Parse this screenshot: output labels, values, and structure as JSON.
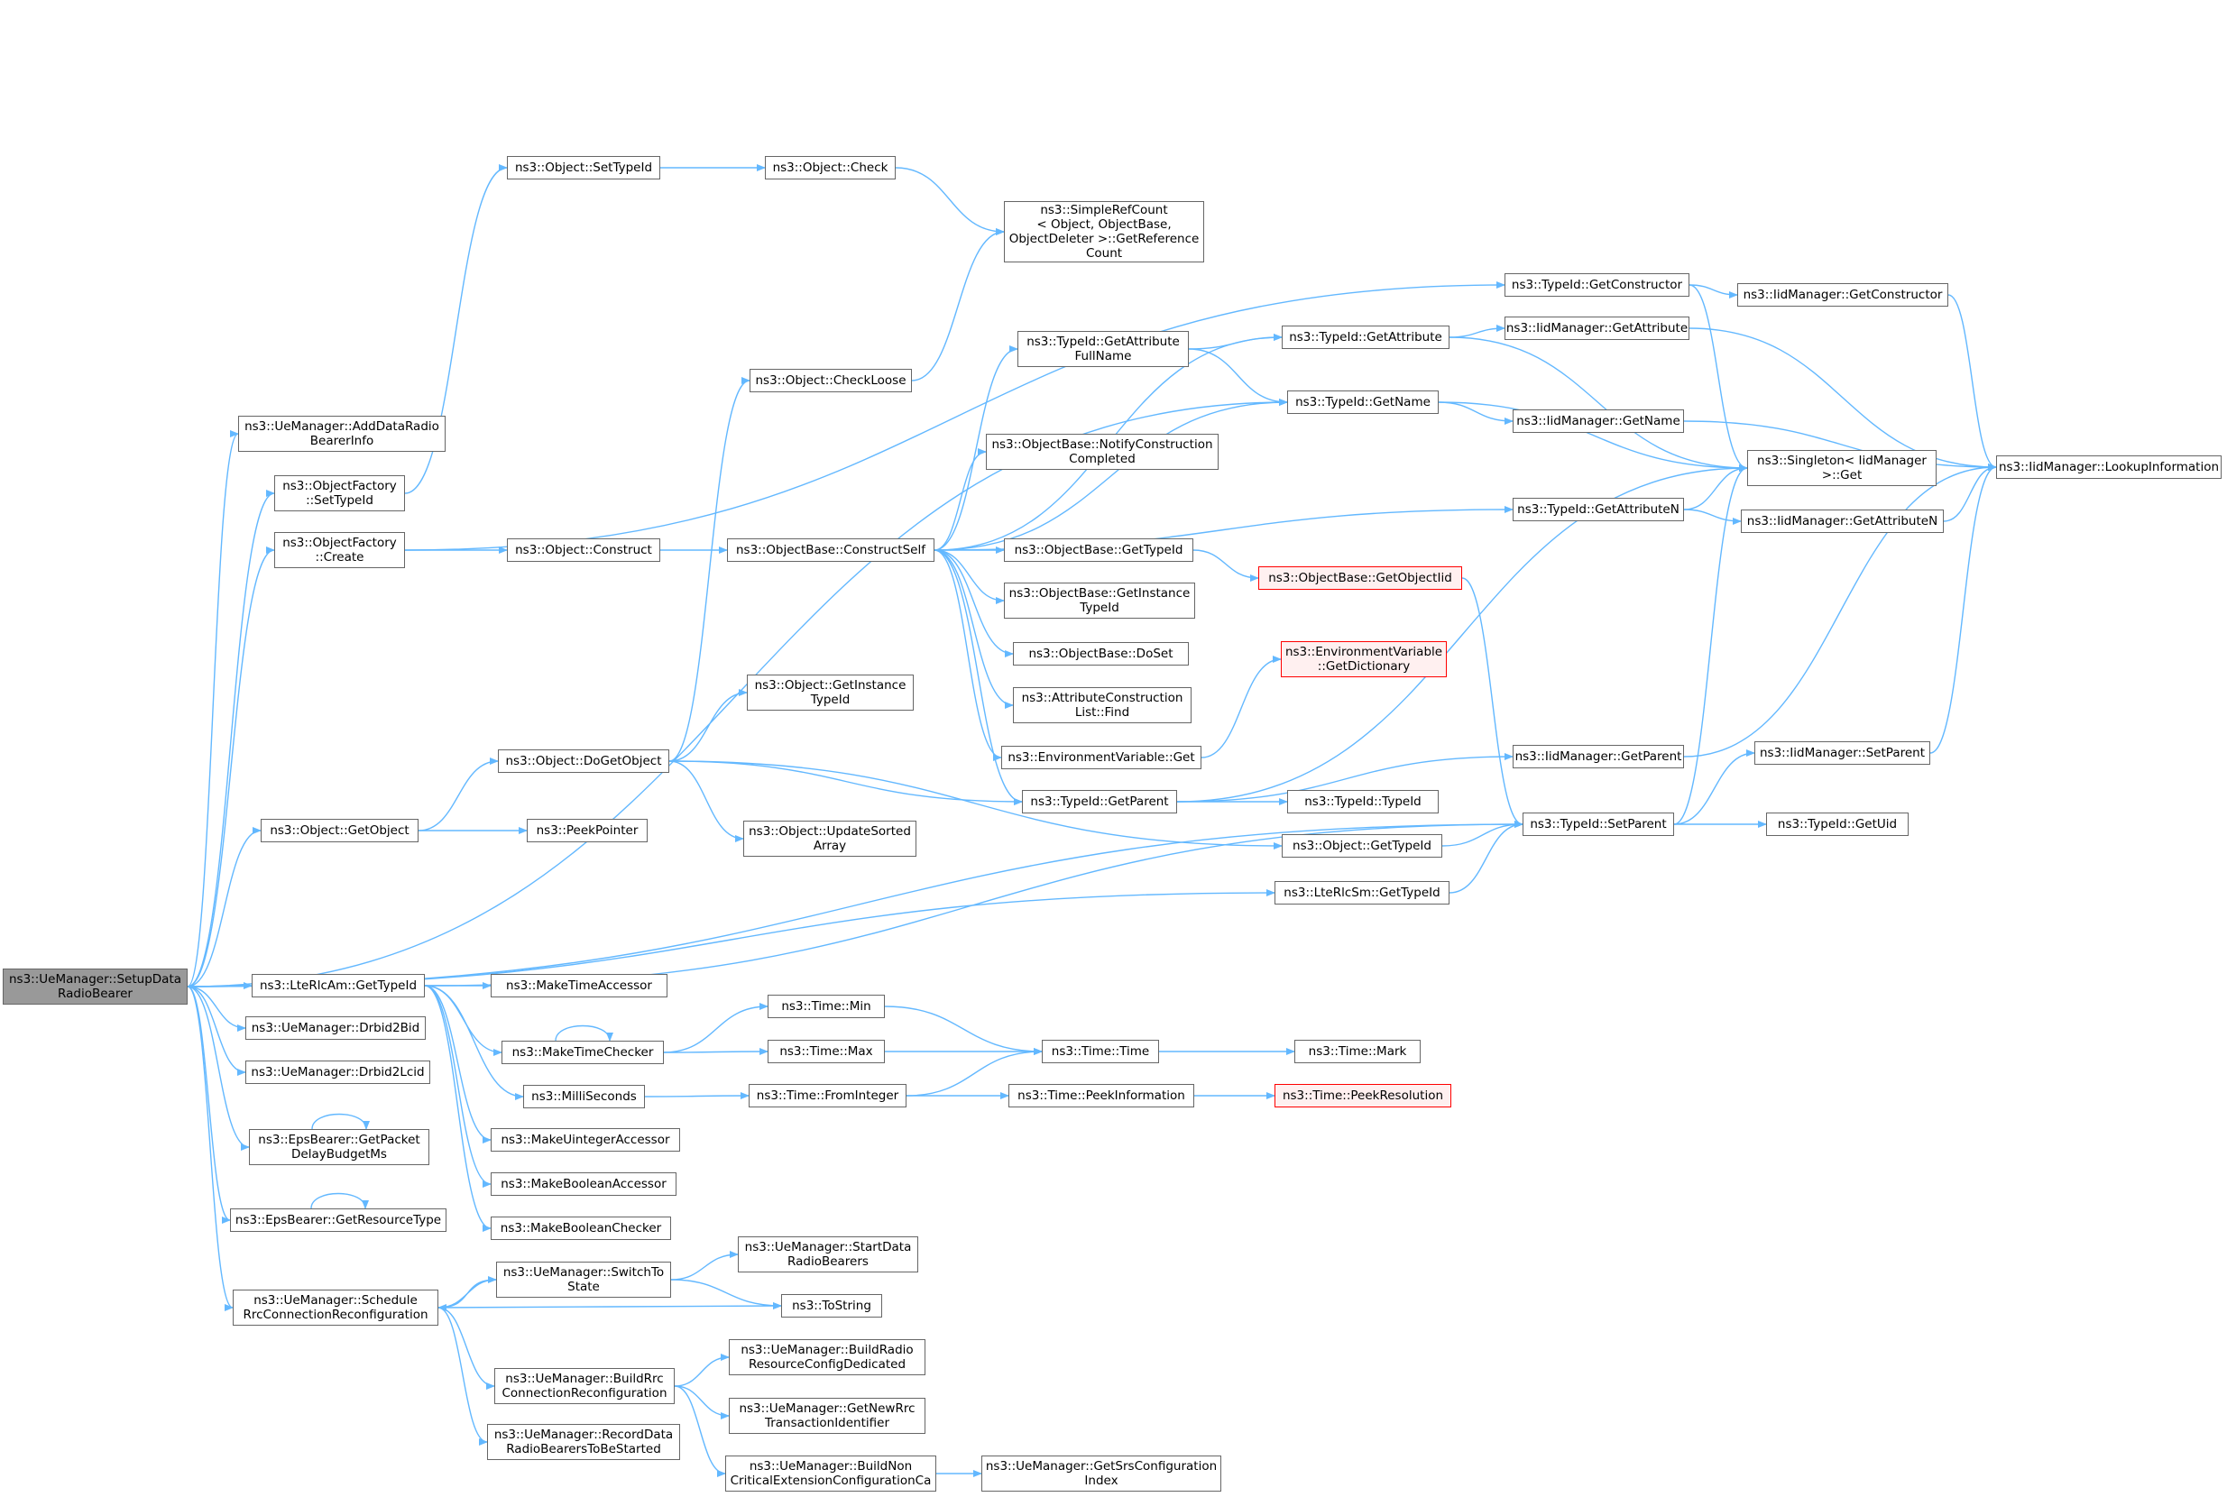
{
  "colors": {
    "edge": "#63b8ff",
    "node_border": "#666666",
    "root_fill": "#999999",
    "truncated_border": "#ff0000",
    "truncated_fill": "#fff0f0"
  },
  "nodes": [
    {
      "id": "root",
      "label": "ns3::UeManager::SetupData\nRadioBearer"
    },
    {
      "id": "addDataRadio",
      "label": "ns3::UeManager::AddDataRadio\nBearerInfo"
    },
    {
      "id": "ofSetTypeId",
      "label": "ns3::ObjectFactory\n::SetTypeId"
    },
    {
      "id": "ofCreate",
      "label": "ns3::ObjectFactory\n::Create"
    },
    {
      "id": "objGetObject",
      "label": "ns3::Object::GetObject"
    },
    {
      "id": "rlcAmGetTypeId",
      "label": "ns3::LteRlcAm::GetTypeId"
    },
    {
      "id": "drbid2Bid",
      "label": "ns3::UeManager::Drbid2Bid"
    },
    {
      "id": "drbid2Lcid",
      "label": "ns3::UeManager::Drbid2Lcid"
    },
    {
      "id": "epsDelay",
      "label": "ns3::EpsBearer::GetPacket\nDelayBudgetMs"
    },
    {
      "id": "epsResType",
      "label": "ns3::EpsBearer::GetResourceType"
    },
    {
      "id": "schedRrc",
      "label": "ns3::UeManager::Schedule\nRrcConnectionReconfiguration"
    },
    {
      "id": "objSetTypeId",
      "label": "ns3::Object::SetTypeId"
    },
    {
      "id": "objConstruct",
      "label": "ns3::Object::Construct"
    },
    {
      "id": "objDoGetObject",
      "label": "ns3::Object::DoGetObject"
    },
    {
      "id": "peekPointer",
      "label": "ns3::PeekPointer"
    },
    {
      "id": "makeTimeAccessor",
      "label": "ns3::MakeTimeAccessor"
    },
    {
      "id": "makeTimeChecker",
      "label": "ns3::MakeTimeChecker"
    },
    {
      "id": "milliSeconds",
      "label": "ns3::MilliSeconds"
    },
    {
      "id": "makeUintAccessor",
      "label": "ns3::MakeUintegerAccessor"
    },
    {
      "id": "makeBoolAccessor",
      "label": "ns3::MakeBooleanAccessor"
    },
    {
      "id": "makeBoolChecker",
      "label": "ns3::MakeBooleanChecker"
    },
    {
      "id": "switchToState",
      "label": "ns3::UeManager::SwitchTo\nState"
    },
    {
      "id": "buildRrc",
      "label": "ns3::UeManager::BuildRrc\nConnectionReconfiguration"
    },
    {
      "id": "recordDrb",
      "label": "ns3::UeManager::RecordData\nRadioBearersToBeStarted"
    },
    {
      "id": "objCheck",
      "label": "ns3::Object::Check"
    },
    {
      "id": "objCheckLoose",
      "label": "ns3::Object::CheckLoose"
    },
    {
      "id": "objBaseConstructSelf",
      "label": "ns3::ObjectBase::ConstructSelf"
    },
    {
      "id": "objGetInstanceTypeId",
      "label": "ns3::Object::GetInstance\nTypeId"
    },
    {
      "id": "objUpdateSorted",
      "label": "ns3::Object::UpdateSorted\nArray"
    },
    {
      "id": "timeMin",
      "label": "ns3::Time::Min"
    },
    {
      "id": "timeMax",
      "label": "ns3::Time::Max"
    },
    {
      "id": "timeFromInteger",
      "label": "ns3::Time::FromInteger"
    },
    {
      "id": "startDrb",
      "label": "ns3::UeManager::StartData\nRadioBearers"
    },
    {
      "id": "toString",
      "label": "ns3::ToString"
    },
    {
      "id": "buildRadioRes",
      "label": "ns3::UeManager::BuildRadio\nResourceConfigDedicated"
    },
    {
      "id": "getNewRrc",
      "label": "ns3::UeManager::GetNewRrc\nTransactionIdentifier"
    },
    {
      "id": "buildNonCrit",
      "label": "ns3::UeManager::BuildNon\nCriticalExtensionConfigurationCa"
    },
    {
      "id": "simpleRefCount",
      "label": "ns3::SimpleRefCount\n< Object, ObjectBase,\n ObjectDeleter >::GetReference\nCount"
    },
    {
      "id": "tidGetAttrFullName",
      "label": "ns3::TypeId::GetAttribute\nFullName"
    },
    {
      "id": "obNotifyConstruction",
      "label": "ns3::ObjectBase::NotifyConstruction\nCompleted"
    },
    {
      "id": "obGetTypeId",
      "label": "ns3::ObjectBase::GetTypeId"
    },
    {
      "id": "obGetInstanceTypeId",
      "label": "ns3::ObjectBase::GetInstance\nTypeId"
    },
    {
      "id": "obDoSet",
      "label": "ns3::ObjectBase::DoSet"
    },
    {
      "id": "attrConstrFind",
      "label": "ns3::AttributeConstruction\nList::Find"
    },
    {
      "id": "envGet",
      "label": "ns3::EnvironmentVariable::Get"
    },
    {
      "id": "tidGetParent",
      "label": "ns3::TypeId::GetParent"
    },
    {
      "id": "timeTime",
      "label": "ns3::Time::Time"
    },
    {
      "id": "timePeekInfo",
      "label": "ns3::Time::PeekInformation"
    },
    {
      "id": "getSrsConfig",
      "label": "ns3::UeManager::GetSrsConfiguration\nIndex"
    },
    {
      "id": "tidGetConstructor",
      "label": "ns3::TypeId::GetConstructor"
    },
    {
      "id": "tidGetAttribute",
      "label": "ns3::TypeId::GetAttribute"
    },
    {
      "id": "tidGetName",
      "label": "ns3::TypeId::GetName"
    },
    {
      "id": "tidGetAttributeN",
      "label": "ns3::TypeId::GetAttributeN"
    },
    {
      "id": "obGetObjectIid",
      "label": "ns3::ObjectBase::GetObjectIid"
    },
    {
      "id": "envGetDict",
      "label": "ns3::EnvironmentVariable\n::GetDictionary"
    },
    {
      "id": "tidTypeId",
      "label": "ns3::TypeId::TypeId"
    },
    {
      "id": "objGetTypeId",
      "label": "ns3::Object::GetTypeId"
    },
    {
      "id": "rlcSmGetTypeId",
      "label": "ns3::LteRlcSm::GetTypeId"
    },
    {
      "id": "timeMark",
      "label": "ns3::Time::Mark"
    },
    {
      "id": "timePeekRes",
      "label": "ns3::Time::PeekResolution"
    },
    {
      "id": "iidGetConstructor",
      "label": "ns3::IidManager::GetConstructor"
    },
    {
      "id": "iidGetAttribute",
      "label": "ns3::IidManager::GetAttribute"
    },
    {
      "id": "iidGetName",
      "label": "ns3::IidManager::GetName"
    },
    {
      "id": "singletonGet",
      "label": "ns3::Singleton< IidManager\n >::Get"
    },
    {
      "id": "iidGetAttributeN",
      "label": "ns3::IidManager::GetAttributeN"
    },
    {
      "id": "iidGetParent",
      "label": "ns3::IidManager::GetParent"
    },
    {
      "id": "iidSetParent",
      "label": "ns3::IidManager::SetParent"
    },
    {
      "id": "tidSetParent",
      "label": "ns3::TypeId::SetParent"
    },
    {
      "id": "tidGetUid",
      "label": "ns3::TypeId::GetUid"
    },
    {
      "id": "iidLookup",
      "label": "ns3::IidManager::LookupInformation"
    }
  ]
}
